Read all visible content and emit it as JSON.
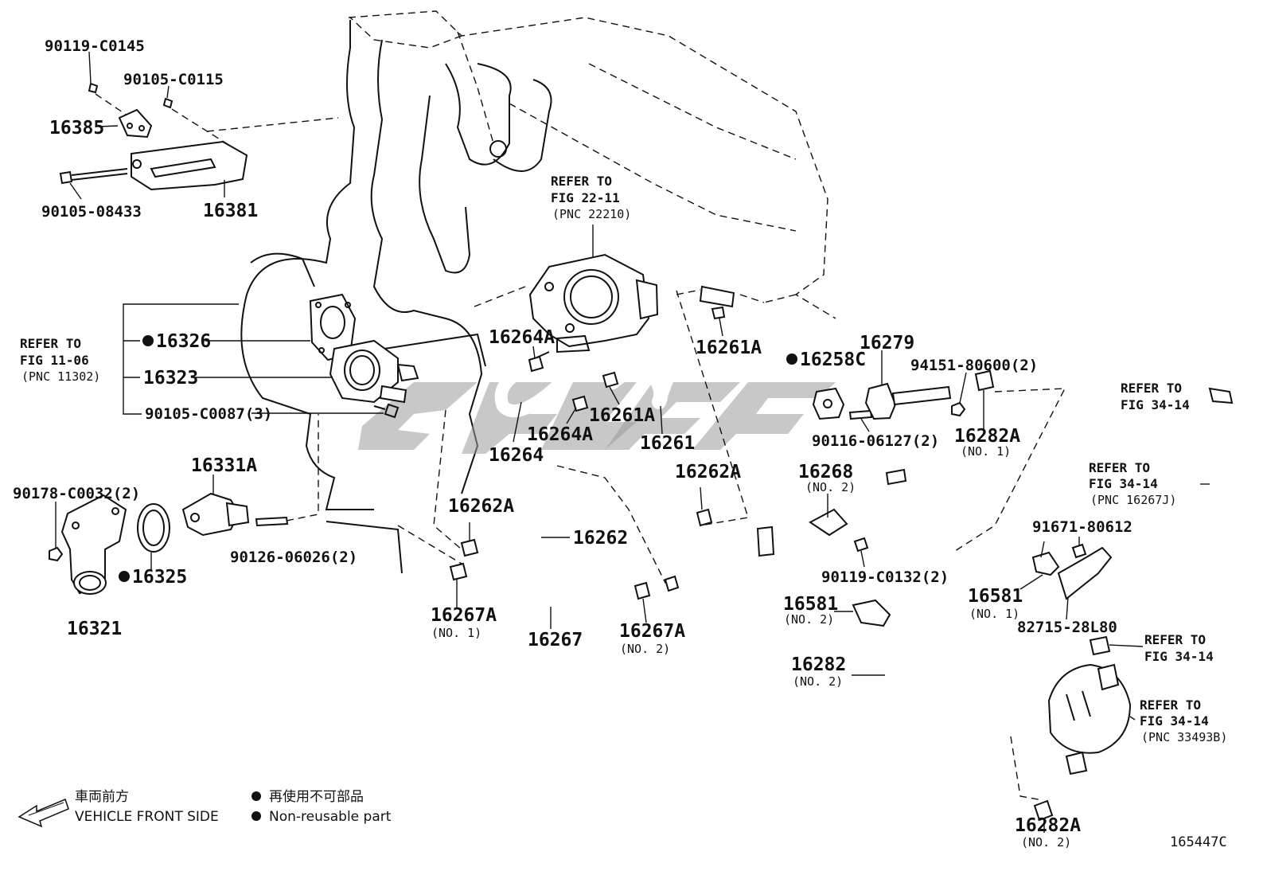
{
  "labels": {
    "p90119_c0145": "90119-C0145",
    "p90105_c0115": "90105-C0115",
    "p16385": "16385",
    "p90105_08433": "90105-08433",
    "p16381": "16381",
    "ref_fig_11_06_line1": "REFER TO",
    "ref_fig_11_06_line2": "FIG 11-06",
    "ref_fig_11_06_pnc": "(PNC 11302)",
    "p16326": "16326",
    "p16323": "16323",
    "p90105_c0087": "90105-C0087(3)",
    "p16331a": "16331A",
    "p90178_c0032": "90178-C0032(2)",
    "p16325": "16325",
    "p16321": "16321",
    "p90126_06026": "90126-06026(2)",
    "ref_fig_22_11_line1": "REFER TO",
    "ref_fig_22_11_line2": "FIG 22-11",
    "ref_fig_22_11_pnc": "(PNC 22210)",
    "p16264a_1": "16264A",
    "p16264a_2": "16264A",
    "p16264": "16264",
    "p16261a_1": "16261A",
    "p16261a_2": "16261A",
    "p16261": "16261",
    "p16262a_1": "16262A",
    "p16262a_2": "16262A",
    "p16262": "16262",
    "p16267a_1": "16267A",
    "p16267a_1_sub": "(NO. 1)",
    "p16267": "16267",
    "p16267a_2": "16267A",
    "p16267a_2_sub": "(NO. 2)",
    "p16258c": "16258C",
    "p16279": "16279",
    "p94151_80600": "94151-80600(2)",
    "p90116_06127": "90116-06127(2)",
    "p16282a_1": "16282A",
    "p16282a_1_sub": "(NO. 1)",
    "p16268": "16268",
    "p16268_sub": "(NO. 2)",
    "p90119_c0132": "90119-C0132(2)",
    "p16581_2": "16581",
    "p16581_2_sub": "(NO. 2)",
    "p16282": "16282",
    "p16282_sub": "(NO. 2)",
    "p91671_80612": "91671-80612",
    "p16581_1": "16581",
    "p16581_1_sub": "(NO. 1)",
    "p82715_28l80": "82715-28L80",
    "ref_34_14_a_line1": "REFER TO",
    "ref_34_14_a_line2": "FIG 34-14",
    "ref_34_14_b_line1": "REFER TO",
    "ref_34_14_b_line2": "FIG 34-14",
    "ref_34_14_b_pnc": "(PNC 16267J)",
    "ref_34_14_c_line1": "REFER TO",
    "ref_34_14_c_line2": "FIG 34-14",
    "ref_34_14_d_line1": "REFER TO",
    "ref_34_14_d_line2": "FIG 34-14",
    "ref_34_14_d_pnc": "(PNC 33493B)",
    "p16282a_2": "16282A",
    "p16282a_2_sub": "(NO. 2)",
    "figure_code": "165447C"
  },
  "legend": {
    "front_jp": "車両前方",
    "front_en": "VEHICLE FRONT SIDE",
    "nonreusable_jp": "再使用不可部品",
    "nonreusable_en": "Non-reusable part"
  },
  "colors": {
    "ink": "#111111",
    "watermark": "#9a9a9a",
    "background": "#ffffff"
  }
}
